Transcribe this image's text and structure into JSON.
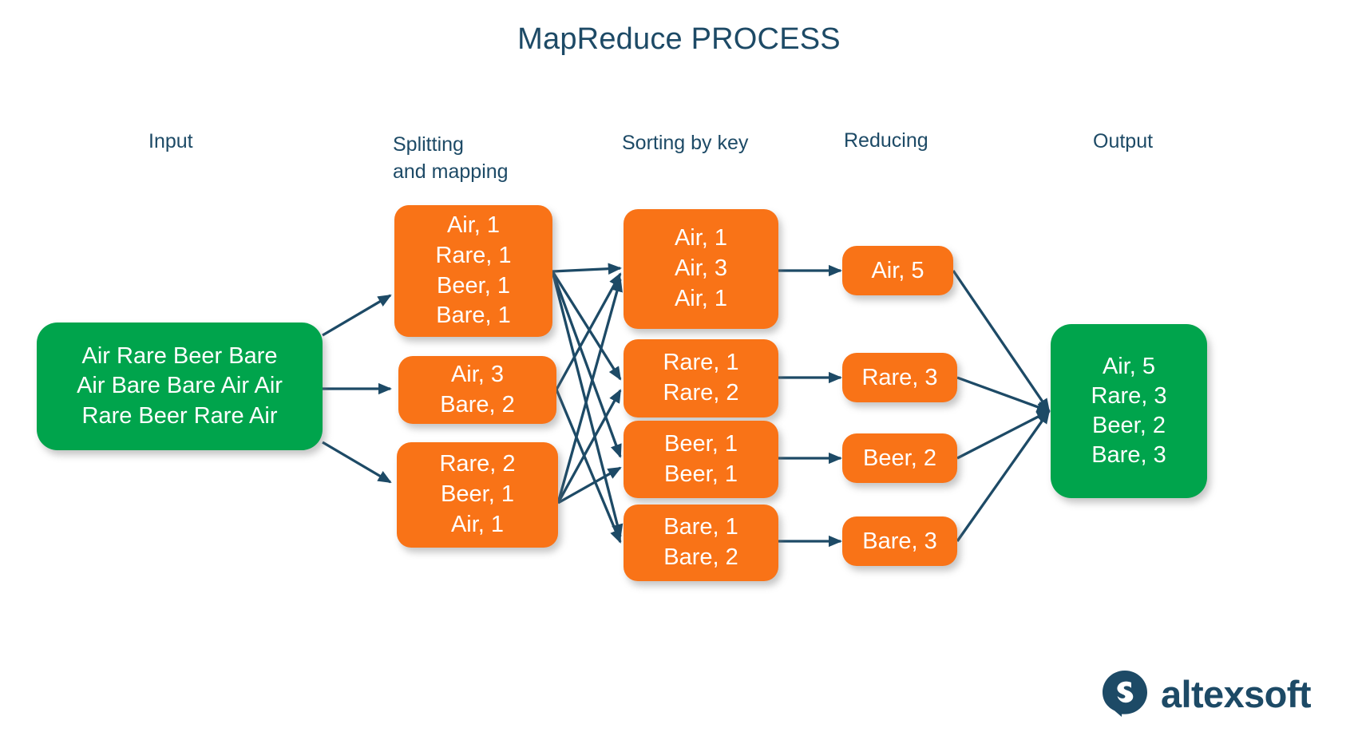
{
  "title": "MapReduce PROCESS",
  "columns": [
    {
      "id": "input",
      "label": "Input"
    },
    {
      "id": "splitting",
      "label": "Splitting\nand mapping"
    },
    {
      "id": "sorting",
      "label": "Sorting by key"
    },
    {
      "id": "reducing",
      "label": "Reducing"
    },
    {
      "id": "output",
      "label": "Output"
    }
  ],
  "colors": {
    "orange": "#f97317",
    "green": "#00a44c",
    "navy": "#1d4a66",
    "background": "#ffffff",
    "node_text": "#ffffff"
  },
  "input_node": {
    "lines": [
      "Air Rare Beer Bare",
      "Air Bare Bare Air Air",
      "Rare Beer Rare Air"
    ]
  },
  "splitting_nodes": [
    {
      "lines": [
        "Air, 1",
        "Rare, 1",
        "Beer, 1",
        "Bare, 1"
      ]
    },
    {
      "lines": [
        "Air, 3",
        "Bare, 2"
      ]
    },
    {
      "lines": [
        "Rare, 2",
        "Beer, 1",
        "Air, 1"
      ]
    }
  ],
  "sorting_nodes": [
    {
      "lines": [
        "Air, 1",
        "Air, 3",
        "Air, 1"
      ]
    },
    {
      "lines": [
        "Rare, 1",
        "Rare, 2"
      ]
    },
    {
      "lines": [
        "Beer, 1",
        "Beer, 1"
      ]
    },
    {
      "lines": [
        "Bare, 1",
        "Bare, 2"
      ]
    }
  ],
  "reducing_nodes": [
    {
      "lines": [
        "Air, 5"
      ]
    },
    {
      "lines": [
        "Rare, 3"
      ]
    },
    {
      "lines": [
        "Beer, 2"
      ]
    },
    {
      "lines": [
        "Bare, 3"
      ]
    }
  ],
  "output_node": {
    "lines": [
      "Air, 5",
      "Rare, 3",
      "Beer, 2",
      "Bare, 3"
    ]
  },
  "brand": {
    "name": "altexsoft",
    "mark": "speech-bubble-s-icon"
  }
}
